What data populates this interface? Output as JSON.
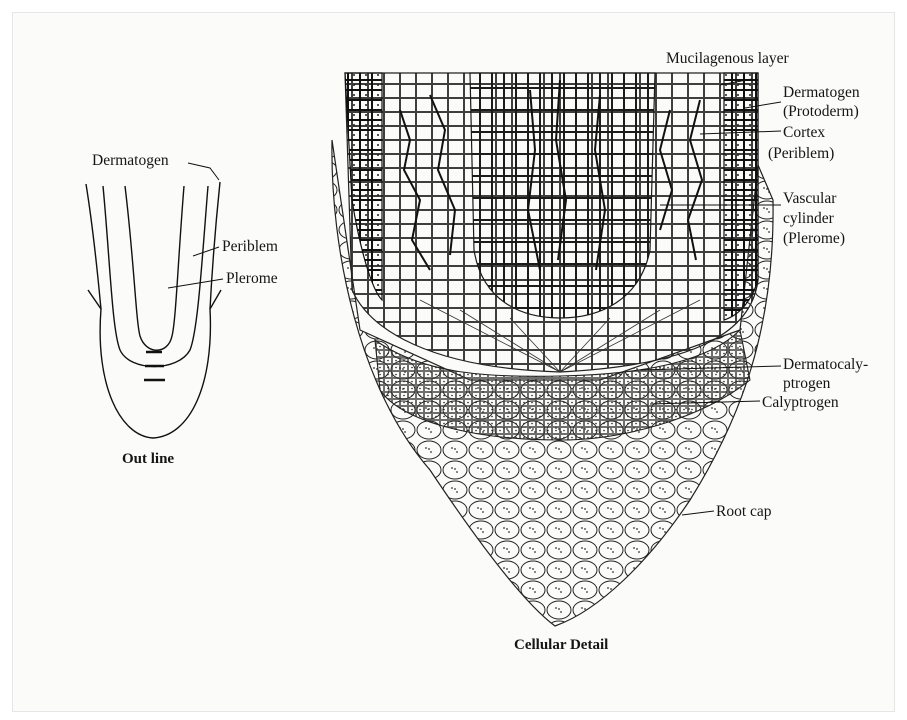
{
  "outline": {
    "caption": "Out line",
    "labels": {
      "dermatogen": "Dermatogen",
      "periblem": "Periblem",
      "plerome": "Plerome"
    }
  },
  "detail": {
    "caption": "Cellular Detail",
    "labels": {
      "mucilagenous": "Mucilagenous layer",
      "dermatogen_1": "Dermatogen",
      "dermatogen_2": "(Protoderm)",
      "cortex_1": "Cortex",
      "cortex_2": "(Periblem)",
      "vascular_1": "Vascular",
      "vascular_2": "cylinder",
      "vascular_3": "(Plerome)",
      "dermatocaly_1": "Dermatocaly-",
      "dermatocaly_2": "ptrogen",
      "calyptrogen": "Calyptrogen",
      "rootcap": "Root cap"
    }
  }
}
